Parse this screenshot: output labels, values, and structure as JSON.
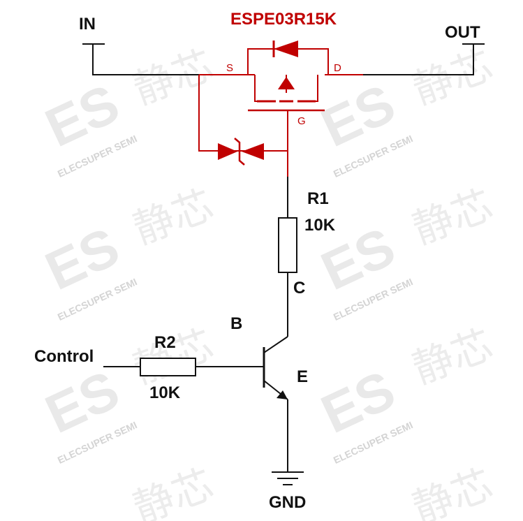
{
  "labels": {
    "in": "IN",
    "out": "OUT",
    "part_number": "ESPE03R15K",
    "pin_s": "S",
    "pin_d": "D",
    "pin_g": "G",
    "r1_name": "R1",
    "r1_value": "10K",
    "r2_name": "R2",
    "r2_value": "10K",
    "collector": "C",
    "base": "B",
    "emitter": "E",
    "control": "Control",
    "gnd": "GND"
  },
  "watermark": {
    "logo": "ES",
    "company": "ELECSUPER SEMI",
    "chinese": "静芯"
  },
  "colors": {
    "wire": "#111111",
    "mosfet": "#c00000",
    "watermark": "#e0e0e0"
  }
}
